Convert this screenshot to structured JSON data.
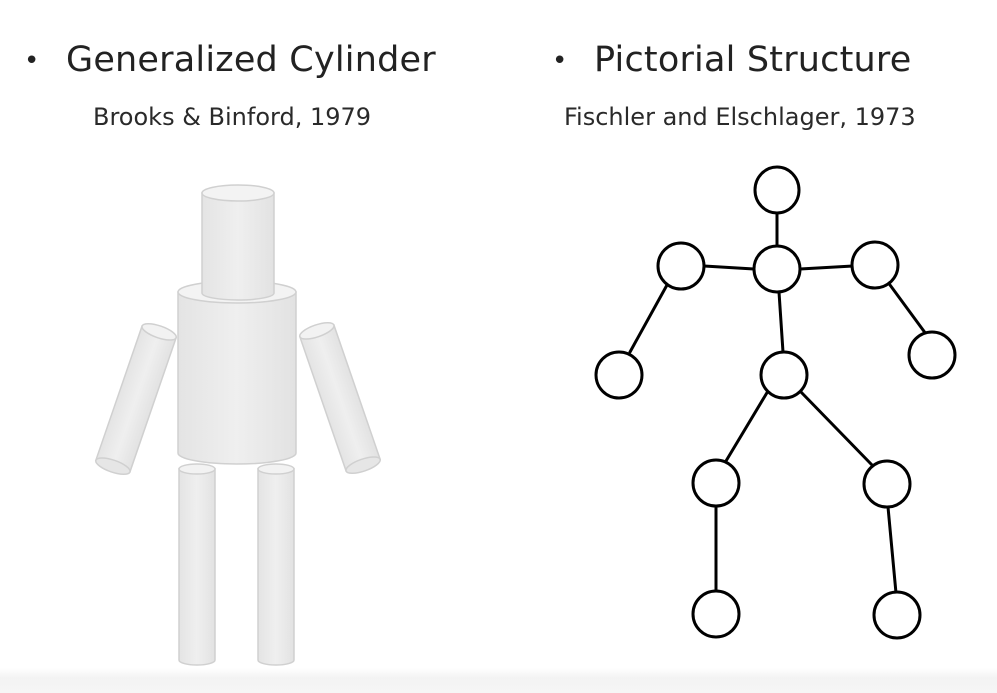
{
  "left_panel": {
    "bullet": "•",
    "heading": "Generalized Cylinder",
    "citation": "Brooks & Binford, 1979",
    "figure": "cylinder-figure",
    "fill_color": "#ebebeb",
    "stroke_color": "#d2d2d2"
  },
  "right_panel": {
    "bullet": "•",
    "heading": "Pictorial Structure",
    "citation": "Fischler and Elschlager, 1973",
    "figure": "stick-figure-graph",
    "node_color": "#ffffff",
    "edge_color": "#000000"
  }
}
